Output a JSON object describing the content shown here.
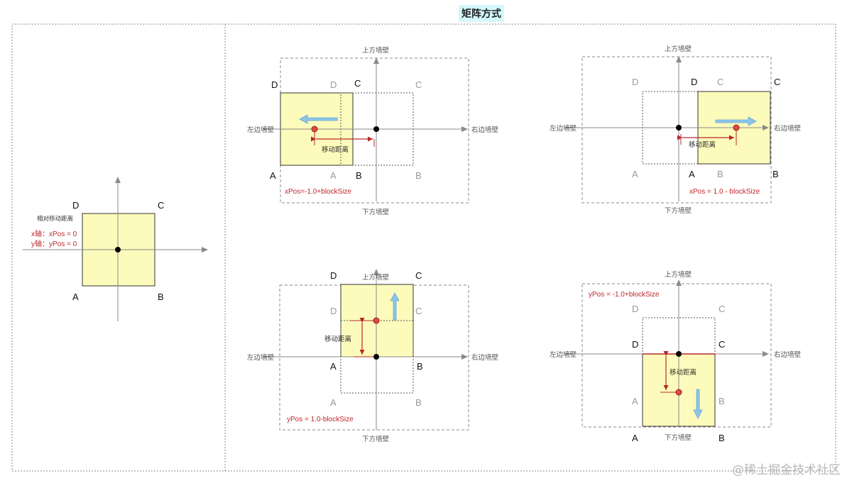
{
  "title": "矩阵方式",
  "watermark": "@稀土掘金技术社区",
  "corner_labels": {
    "A": "A",
    "B": "B",
    "C": "C",
    "D": "D"
  },
  "walls": {
    "top": "上方墙壁",
    "bottom": "下方墙壁",
    "left": "左边墙壁",
    "right": "右边墙壁"
  },
  "move_distance": "移动距离",
  "initial": {
    "caption": "相对移动距离",
    "x_note": "x轴：xPos = 0",
    "y_note": "y轴：yPos = 0"
  },
  "formulas": {
    "left": "xPos=-1.0+blockSize",
    "right": "xPos = 1.0 - blockSize",
    "up": "yPos = 1.0-blockSize",
    "down": "yPos = -1.0+blockSize"
  },
  "colors": {
    "block_fill": "#fcfbbb",
    "accent_red": "#c0262b",
    "arrow_blue": "#8cc5e8",
    "title_bg": "#d4f7fa"
  }
}
